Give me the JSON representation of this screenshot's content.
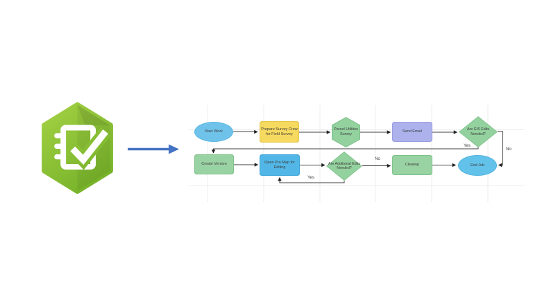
{
  "page": {
    "background": "#ffffff"
  },
  "logo": {
    "name": "ArcGIS Survey123 app icon",
    "colors": {
      "green_light": "#9FCE3E",
      "green_dark": "#6FAE26",
      "glyph": "#ffffff"
    }
  },
  "transition_arrow": {
    "color": "#4472C4"
  },
  "flowchart": {
    "line_color": "#3f3f3f",
    "grid_color": "#ededed",
    "text_color": "#3c3c3c",
    "nodes": [
      {
        "id": "start-work",
        "label": "Start Work",
        "shape": "ellipse",
        "fill": "#6FC3EA"
      },
      {
        "id": "prepare-survey",
        "label": "Prepare Survey Crew for Field Survey",
        "shape": "rounded-rect",
        "fill": "#F6D95F"
      },
      {
        "id": "parcel-utilities",
        "label": "Parcel Utilities Survey",
        "shape": "hexagon",
        "fill": "#93D19E"
      },
      {
        "id": "send-email",
        "label": "Send Email",
        "shape": "rounded-rect",
        "fill": "#ADB2ED"
      },
      {
        "id": "gis-edits",
        "label": "Are GIS Edits Needed?",
        "shape": "diamond",
        "fill": "#93D19E"
      },
      {
        "id": "create-version",
        "label": "Create Version",
        "shape": "rounded-rect",
        "fill": "#9AD3A3"
      },
      {
        "id": "open-pro-map",
        "label": "Open Pro Map for Editing",
        "shape": "rounded-rect",
        "fill": "#52B7E6"
      },
      {
        "id": "additional-edits",
        "label": "Are Additional Edits Needed?",
        "shape": "diamond",
        "fill": "#93D19E"
      },
      {
        "id": "cleanup",
        "label": "Cleanup",
        "shape": "rounded-rect",
        "fill": "#9AD3A3"
      },
      {
        "id": "end-job",
        "label": "End Job",
        "shape": "ellipse",
        "fill": "#63C2EA"
      }
    ],
    "edge_labels": [
      {
        "id": "gis-yes",
        "text": "Yes"
      },
      {
        "id": "gis-no",
        "text": "No"
      },
      {
        "id": "additional-no",
        "text": "No"
      },
      {
        "id": "additional-yes",
        "text": "Yes"
      }
    ]
  }
}
